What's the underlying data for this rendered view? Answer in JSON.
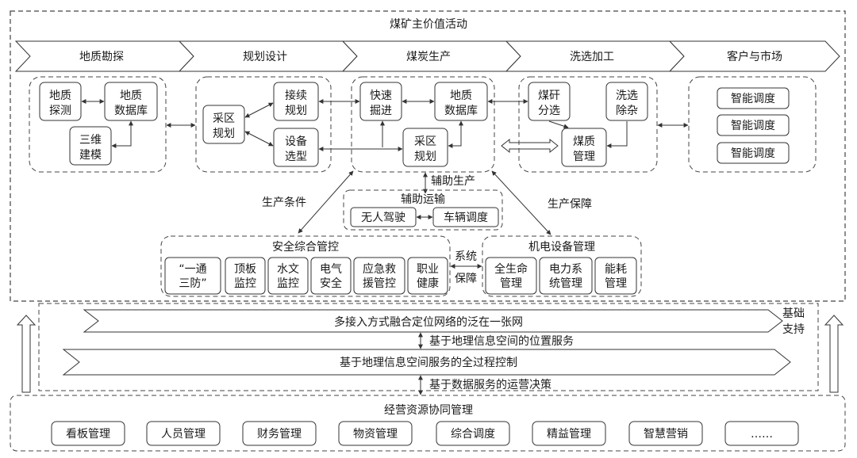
{
  "main_title": "煤矿主价值活动",
  "value_chain": [
    "地质勘探",
    "规划设计",
    "煤炭生产",
    "洗选加工",
    "客户与市场"
  ],
  "geology": {
    "detect": [
      "地质",
      "探测"
    ],
    "database": [
      "地质",
      "数据库"
    ],
    "modeling": [
      "三维",
      "建模"
    ]
  },
  "planning": {
    "mining_plan": [
      "采区",
      "规划"
    ],
    "succession": [
      "接续",
      "规划"
    ],
    "equipment": [
      "设备",
      "选型"
    ]
  },
  "production": {
    "tunneling": [
      "快速",
      "掘进"
    ],
    "database": [
      "地质",
      "数据库"
    ],
    "mining_plan": [
      "采区",
      "规划"
    ]
  },
  "washing": {
    "gangue": [
      "煤矸",
      "分选"
    ],
    "impurity": [
      "洗选",
      "除杂"
    ],
    "quality": [
      "煤质",
      "管理"
    ]
  },
  "market": [
    "智能调度",
    "智能调度",
    "智能调度"
  ],
  "links": {
    "aux_production": "辅助生产",
    "production_conditions": "生产条件",
    "production_guarantee": "生产保障",
    "system_guarantee": [
      "系统",
      "保障"
    ]
  },
  "aux_transport": {
    "title": "辅助运输",
    "items": [
      "无人驾驶",
      "车辆调度"
    ]
  },
  "safety": {
    "title": "安全综合管控",
    "items": [
      [
        "“一通",
        "三防”"
      ],
      [
        "顶板",
        "监控"
      ],
      [
        "水文",
        "监控"
      ],
      [
        "电气",
        "安全"
      ],
      [
        "应急救",
        "援管控"
      ],
      [
        "职业",
        "健康"
      ]
    ]
  },
  "electromech": {
    "title": "机电设备管理",
    "items": [
      [
        "全生命",
        "管理"
      ],
      [
        "电力系",
        "统管理"
      ],
      [
        "能耗",
        "管理"
      ]
    ]
  },
  "foundation": {
    "label": [
      "基础",
      "支持"
    ],
    "network": "多接入方式融合定位网络的泛在一张网",
    "location_service": "基于地理信息空间的位置服务",
    "process_control": "基于地理信息空间服务的全过程控制",
    "decision": "基于数据服务的运营决策"
  },
  "management": {
    "title": "经营资源协同管理",
    "items": [
      "看板管理",
      "人员管理",
      "财务管理",
      "物资管理",
      "综合调度",
      "精益管理",
      "智慧营销",
      "……"
    ]
  }
}
